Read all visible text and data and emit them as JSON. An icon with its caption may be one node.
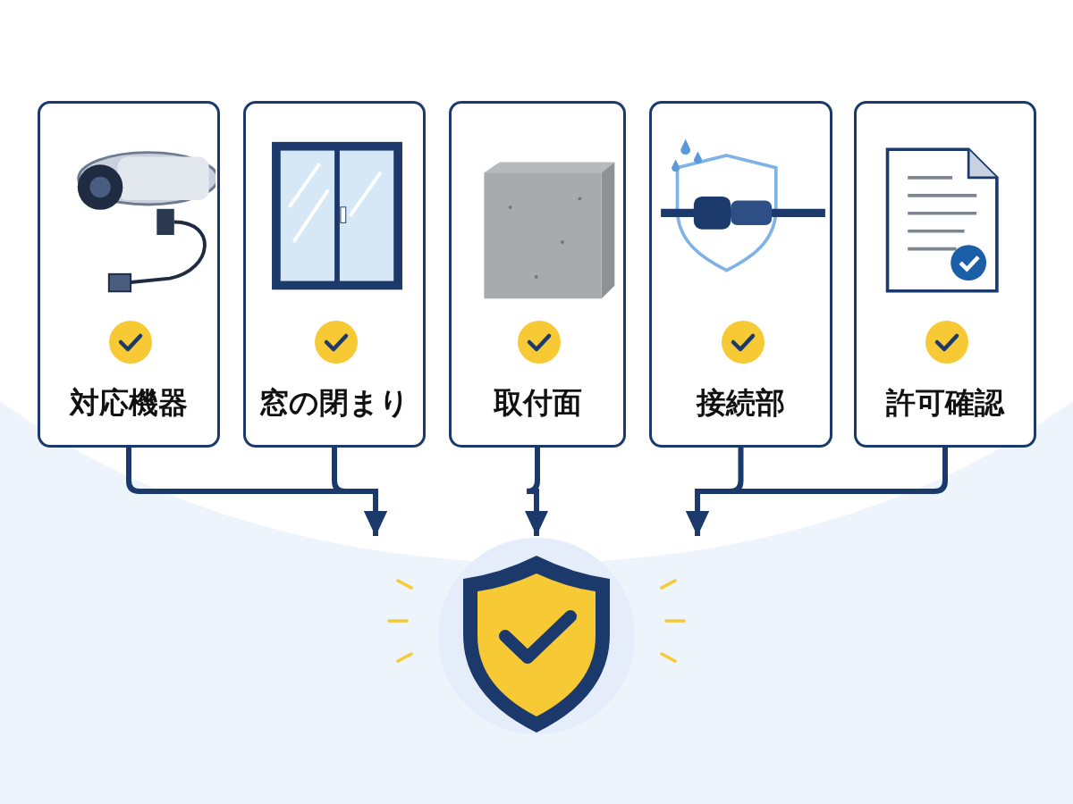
{
  "diagram": {
    "nodes": [
      {
        "text": [
          "対応機器"
        ]
      },
      {
        "text": [
          "窓の閉まり"
        ]
      },
      {
        "text": [
          "取付面"
        ]
      },
      {
        "text": [
          "接続部"
        ]
      },
      {
        "text": [
          "許可確認"
        ]
      },
      {
        "text": [],
        "shape": "shield"
      }
    ],
    "edges": [
      {
        "from": 0,
        "to": 5,
        "arrow": "to"
      },
      {
        "from": 1,
        "to": 5,
        "arrow": "to"
      },
      {
        "from": 2,
        "to": 5,
        "arrow": "to"
      },
      {
        "from": 3,
        "to": 5,
        "arrow": "to"
      },
      {
        "from": 4,
        "to": 5,
        "arrow": "to"
      }
    ]
  }
}
